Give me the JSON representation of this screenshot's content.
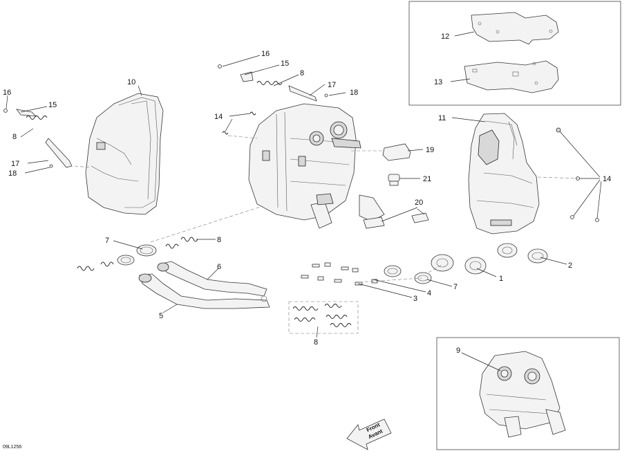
{
  "callouts": {
    "c16a": "16",
    "c15a": "15",
    "c8a": "8",
    "c17a": "17",
    "c18a": "18",
    "c10": "10",
    "c16b": "16",
    "c15b": "15",
    "c8b": "8",
    "c17b": "17",
    "c18b": "18",
    "c14a": "14",
    "c12": "12",
    "c13": "13",
    "c11": "11",
    "c14b": "14",
    "c19": "19",
    "c21": "21",
    "c20": "20",
    "c7a": "7",
    "c8c": "8",
    "c6": "6",
    "c5": "5",
    "c1": "1",
    "c2": "2",
    "c7b": "7",
    "c4": "4",
    "c3": "3",
    "c8d": "8",
    "c9": "9"
  },
  "arrow": {
    "line1": "Front",
    "line2": "Avant"
  },
  "drawing_code": "09L1256"
}
